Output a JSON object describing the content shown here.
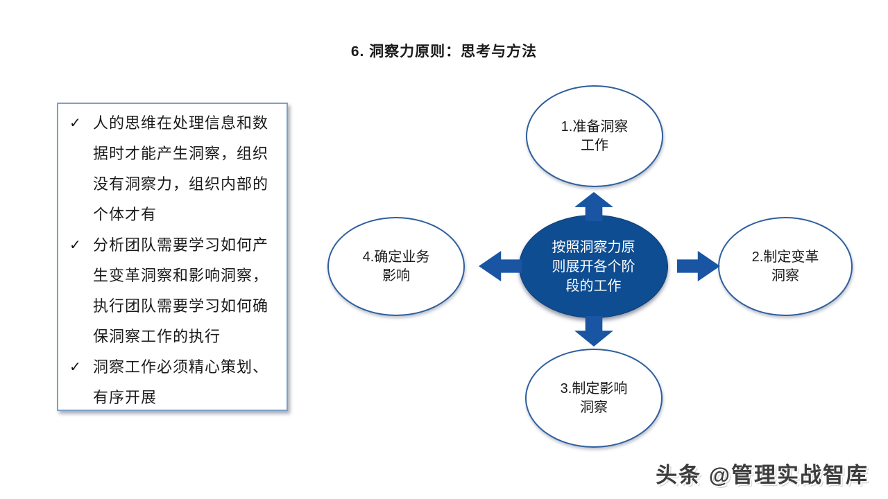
{
  "slide": {
    "title": "6. 洞察力原则：思考与方法",
    "watermark": "头条 @管理实战智库"
  },
  "notes": {
    "bullet_char": "✓",
    "items": [
      {
        "text": "人的思维在处理信息和数据时才能产生洞察，组织没有洞察力，组织内部的个体才有"
      },
      {
        "text": "分析团队需要学习如何产生变革洞察和影响洞察，执行团队需要学习如何确保洞察工作的执行"
      },
      {
        "text": "洞察工作必须精心策划、有序开展"
      }
    ]
  },
  "diagram": {
    "center": {
      "lines": [
        "按照洞察力原",
        "则展开各个阶",
        "段的工作"
      ]
    },
    "nodes": [
      {
        "id": "prepare-insight",
        "line1": "1.准备洞察",
        "line2": "工作"
      },
      {
        "id": "change-insight",
        "line1": "2.制定变革",
        "line2": "洞察"
      },
      {
        "id": "impact-insight",
        "line1": "3.制定影响",
        "line2": "洞察"
      },
      {
        "id": "business-impact",
        "line1": "4.确定业务",
        "line2": "影响"
      }
    ]
  },
  "colors": {
    "center-fill": "#0f4d92",
    "arrow-fill": "#1a55a3",
    "ellipse-stroke": "#2e5f9e",
    "box-border": "#7da0c7",
    "text": "#1a1a1a",
    "watermark": "#3d3d3d"
  }
}
